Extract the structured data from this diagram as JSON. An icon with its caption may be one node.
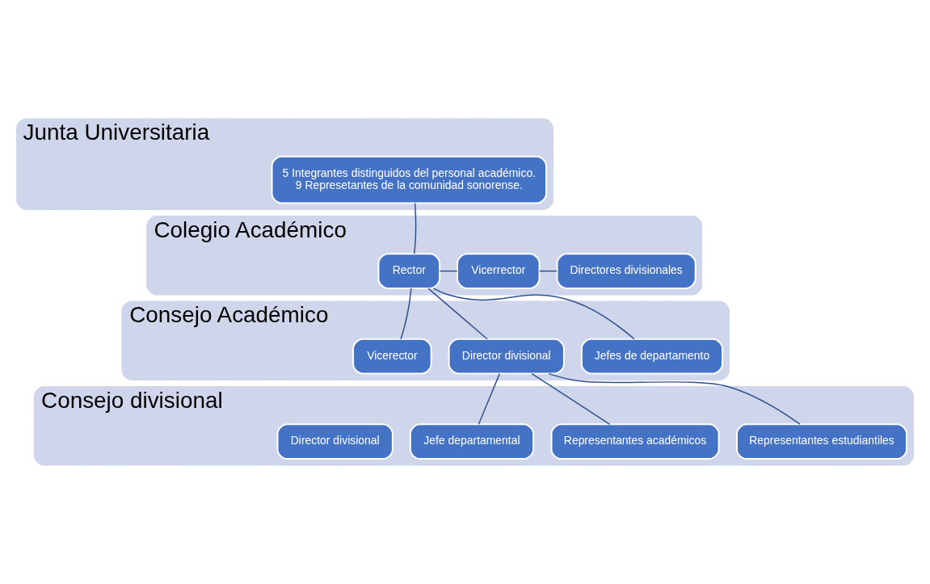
{
  "diagram": {
    "nodes": [
      {
        "text": [
          "Junta Universitaria"
        ]
      },
      {
        "text": [
          "5 Integrantes distinguidos del personal académico.",
          "9 Represetantes de la comunidad sonorense."
        ],
        "in": 0
      },
      {
        "text": [
          "Colegio Académico"
        ]
      },
      {
        "text": [
          "Rector"
        ],
        "in": 2
      },
      {
        "text": [
          "Vicerrector"
        ],
        "in": 2
      },
      {
        "text": [
          "Directores divisionales"
        ],
        "in": 2
      },
      {
        "text": [
          "Consejo Académico"
        ]
      },
      {
        "text": [
          "Vicerector"
        ],
        "in": 6
      },
      {
        "text": [
          "Director divisional"
        ],
        "in": 6
      },
      {
        "text": [
          "Jefes de departamento"
        ],
        "in": 6
      },
      {
        "text": [
          "Consejo divisional"
        ]
      },
      {
        "text": [
          "Director divisional"
        ],
        "in": 10
      },
      {
        "text": [
          "Jefe departamental"
        ],
        "in": 10
      },
      {
        "text": [
          "Representantes académicos"
        ],
        "in": 10
      },
      {
        "text": [
          "Representantes estudiantiles"
        ],
        "in": 10
      }
    ],
    "edges": [
      {
        "from": 1,
        "to": 3,
        "arrow": "none"
      },
      {
        "from": 3,
        "to": 4,
        "arrow": "none"
      },
      {
        "from": 4,
        "to": 5,
        "arrow": "none"
      },
      {
        "from": 3,
        "to": 7,
        "arrow": "none"
      },
      {
        "from": 3,
        "to": 8,
        "arrow": "none"
      },
      {
        "from": 3,
        "to": 9,
        "arrow": "none"
      },
      {
        "from": 8,
        "to": 12,
        "arrow": "none"
      },
      {
        "from": 8,
        "to": 13,
        "arrow": "none"
      },
      {
        "from": 8,
        "to": 14,
        "arrow": "none"
      }
    ]
  }
}
